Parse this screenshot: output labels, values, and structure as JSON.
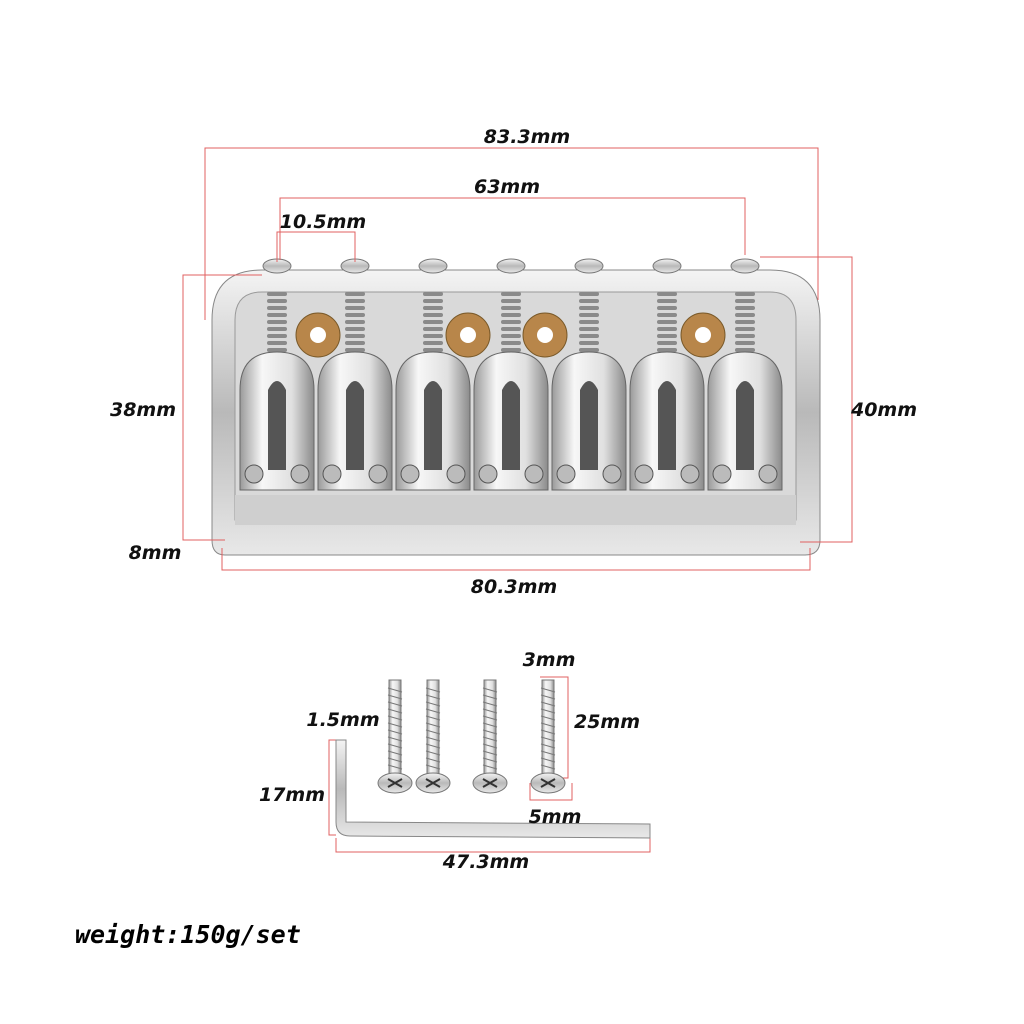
{
  "dimensions": {
    "overall_length": "83.3mm",
    "string_spacing_total": "63mm",
    "string_spacing": "10.5mm",
    "depth": "38mm",
    "depth_total": "40mm",
    "base_height": "8mm",
    "base_length": "80.3mm",
    "screw_head": "3mm",
    "screw_length": "25mm",
    "screw_diameter": "5mm",
    "key_size": "1.5mm",
    "key_short_arm": "17mm",
    "key_long_arm": "47.3mm"
  },
  "weight_label": "weight:150g/set",
  "colors": {
    "dimension_line": "#e06060",
    "chrome": "#c8c8c8",
    "brass": "#b8864a"
  }
}
